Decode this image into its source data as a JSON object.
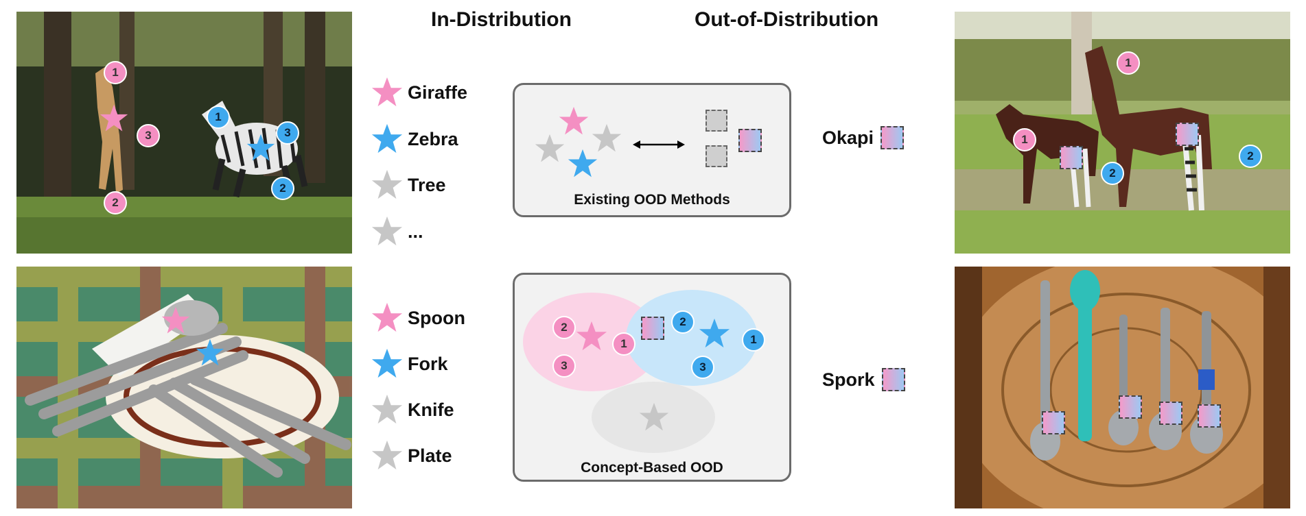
{
  "headings": {
    "in_distribution": "In-Distribution",
    "out_of_distribution": "Out-of-Distribution"
  },
  "legend_top": [
    {
      "label": "Giraffe",
      "color": "#f48fc2"
    },
    {
      "label": "Zebra",
      "color": "#3fa9ee"
    },
    {
      "label": "Tree",
      "color": "#c6c6c6"
    },
    {
      "label": "...",
      "color": "#c6c6c6"
    }
  ],
  "legend_bottom": [
    {
      "label": "Spoon",
      "color": "#f48fc2"
    },
    {
      "label": "Fork",
      "color": "#3fa9ee"
    },
    {
      "label": "Knife",
      "color": "#c6c6c6"
    },
    {
      "label": "Plate",
      "color": "#c6c6c6"
    }
  ],
  "panels": {
    "existing": "Existing OOD Methods",
    "concept": "Concept-Based OOD"
  },
  "ood_labels": {
    "top": "Okapi",
    "bottom": "Spork"
  },
  "badges": {
    "one": "1",
    "two": "2",
    "three": "3"
  },
  "colors": {
    "pink": "#f48fc2",
    "blue": "#3fa9ee",
    "grey": "#c6c6c6"
  }
}
